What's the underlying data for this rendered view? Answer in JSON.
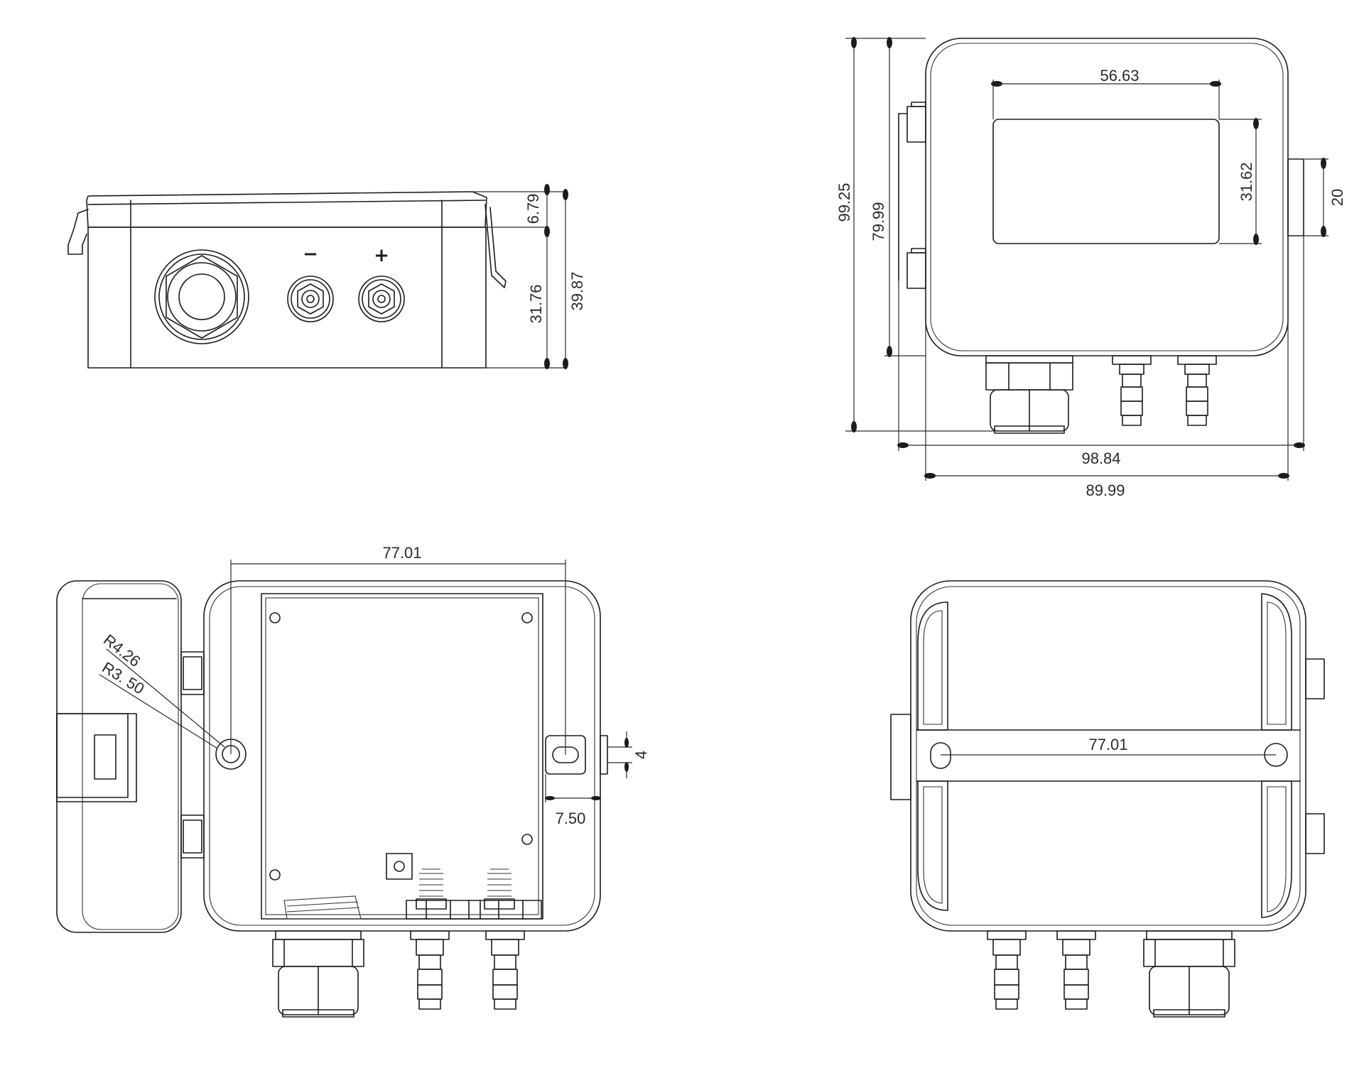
{
  "views": {
    "side": {
      "dims": {
        "top_gap": "6.79",
        "body_height": "31.76",
        "total_height": "39.87"
      },
      "terminal_labels": {
        "negative": "−",
        "positive": "+"
      }
    },
    "front": {
      "dims": {
        "display_width": "56.63",
        "display_height": "31.62",
        "bracket_height": "20",
        "total_height": "99.25",
        "body_height": "79.99",
        "total_width": "98.84",
        "body_width": "89.99"
      }
    },
    "open_inside": {
      "dims": {
        "hole_spacing": "77.01",
        "radius_outer": "R4.26",
        "radius_inner": "R3. 50",
        "slot_width": "4",
        "slot_offset": "7.50"
      }
    },
    "back": {
      "dims": {
        "hole_spacing": "77.01"
      }
    }
  }
}
